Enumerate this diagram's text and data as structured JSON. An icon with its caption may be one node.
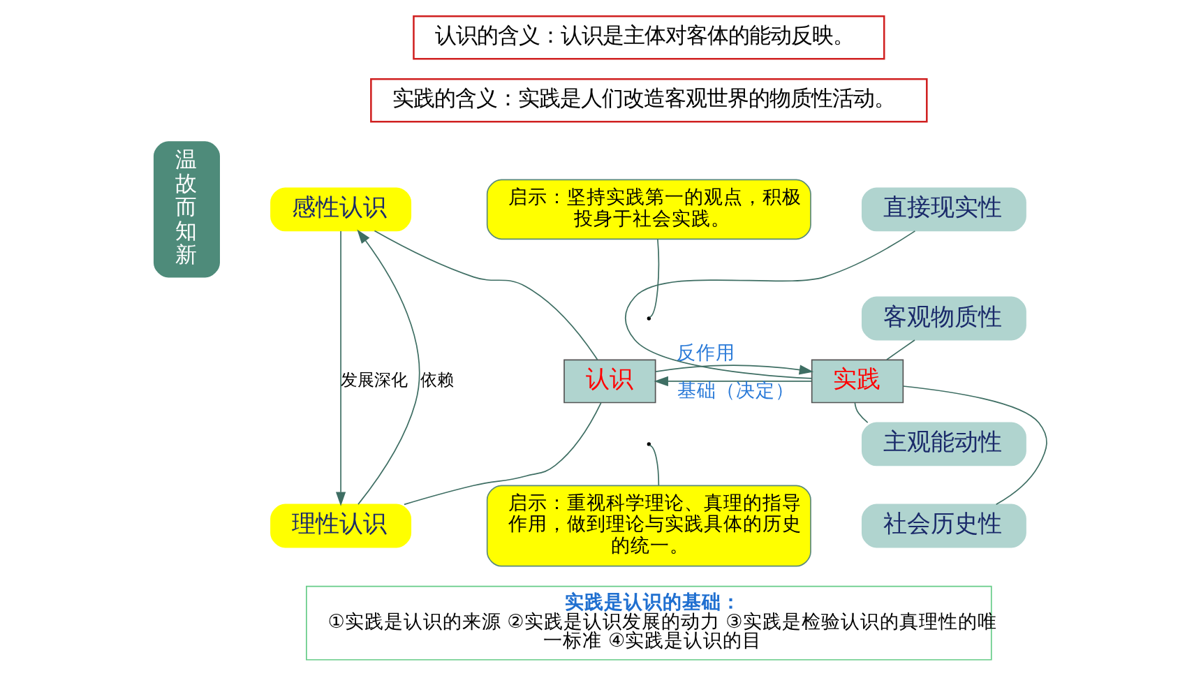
{
  "diagram": {
    "nodes": [
      {
        "text": [
          "温故而知新"
        ]
      },
      {
        "text": [
          "认识的含义：认识是主体对客体的能动反映。"
        ]
      },
      {
        "text": [
          "实践的含义：实践是人们改造客观世界的物质性活动。"
        ]
      },
      {
        "text": [
          "启示：坚持实践第一的观点，积极投身于社会实践。"
        ]
      },
      {
        "text": [
          "感性认识"
        ]
      },
      {
        "text": [
          "理性认识"
        ]
      },
      {
        "text": [
          "认识"
        ]
      },
      {
        "text": [
          "实践"
        ]
      },
      {
        "text": [
          "启示：重视科学理论、真理的指导作用，做到理论与实践具体的历史的统一。"
        ]
      },
      {
        "text": [
          "直接现实性"
        ]
      },
      {
        "text": [
          "客观物质性"
        ]
      },
      {
        "text": [
          "主观能动性"
        ]
      },
      {
        "text": [
          "社会历史性"
        ]
      },
      {
        "text": [
          "实践是认识的基础：",
          "①实践是认识的来源 ②实践是认识发展的动力 ③实践是检验认识的真理性的唯一标准 ④实践是认识的目"
        ]
      }
    ],
    "edges": [
      {
        "from": 4,
        "to": 5,
        "arrow": "to",
        "label": "发展深化"
      },
      {
        "from": 5,
        "to": 4,
        "arrow": "to",
        "label": "依赖"
      },
      {
        "from": 6,
        "to": 4,
        "arrow": "none"
      },
      {
        "from": 6,
        "to": 5,
        "arrow": "none"
      },
      {
        "from": 7,
        "to": 6,
        "arrow": "to",
        "label": "基础（决定）"
      },
      {
        "from": 6,
        "to": 7,
        "arrow": "to",
        "label": "反作用"
      },
      {
        "from": 3,
        "to": null,
        "arrow": "none"
      },
      {
        "from": 8,
        "to": null,
        "arrow": "none"
      },
      {
        "from": 7,
        "to": 9,
        "arrow": "none"
      },
      {
        "from": 7,
        "to": 10,
        "arrow": "none"
      },
      {
        "from": 7,
        "to": 11,
        "arrow": "none"
      },
      {
        "from": 7,
        "to": 12,
        "arrow": "none"
      }
    ]
  }
}
